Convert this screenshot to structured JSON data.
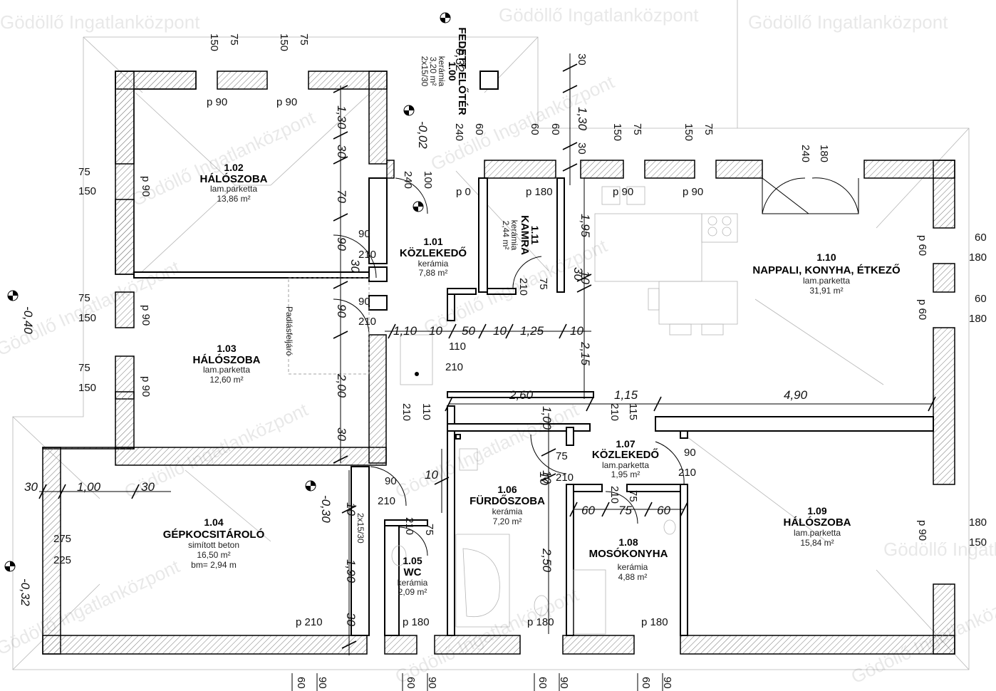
{
  "watermark": "Gödöllő Ingatlanközpont",
  "rooms": {
    "r100": {
      "number": "1.00",
      "name": "FEDETT ELŐTÉR",
      "floor": "kerámia",
      "area": "3,20 m²"
    },
    "r101": {
      "number": "1.01",
      "name": "KÖZLEKEDŐ",
      "floor": "kerámia",
      "area": "7,88 m²"
    },
    "r102": {
      "number": "1.02",
      "name": "HÁLÓSZOBA",
      "floor": "lam.parketta",
      "area": "13,86 m²"
    },
    "r103": {
      "number": "1.03",
      "name": "HÁLÓSZOBA",
      "floor": "lam.parketta",
      "area": "12,60 m²"
    },
    "r104": {
      "number": "1.04",
      "name": "GÉPKOCSITÁROLÓ",
      "floor": "simított beton",
      "area": "16,50 m²",
      "extra": "bm= 2,94 m"
    },
    "r105": {
      "number": "1.05",
      "name": "WC",
      "floor": "kerámia",
      "area": "2,09 m²"
    },
    "r106": {
      "number": "1.06",
      "name": "FÜRDŐSZOBA",
      "floor": "kerámia",
      "area": "7,20 m²"
    },
    "r107": {
      "number": "1.07",
      "name": "KÖZLEKEDŐ",
      "floor": "lam.parketta",
      "area": "1,95 m²"
    },
    "r108": {
      "number": "1.08",
      "name": "MOSÓKONYHA",
      "floor": "kerámia",
      "area": "4,88 m²"
    },
    "r109": {
      "number": "1.09",
      "name": "HÁLÓSZOBA",
      "floor": "lam.parketta",
      "area": "15,84 m²"
    },
    "r110": {
      "number": "1.10",
      "name": "NAPPALI, KONYHA, ÉTKEZŐ",
      "floor": "lam.parketta",
      "area": "31,91 m²"
    },
    "r111": {
      "number": "1.11",
      "name": "KAMRA",
      "floor": "kerámia",
      "area": "2,44 m²"
    }
  },
  "levels": {
    "entry": "-0,32",
    "entry_inner": "-0,02",
    "left": "-0,40",
    "garage": "-0,30",
    "garage_ext": "-0,32"
  },
  "labels": {
    "attic": "Padlásfeljáró",
    "stairs_entry": "2x15/30",
    "stairs_garage": "2x15/30"
  },
  "window_labels": {
    "w_top1": "p 90",
    "w_top2": "p 90",
    "w_left1": "p 90",
    "w_left2": "p 90",
    "w_left3": "p 90",
    "w_kamra": "p 180",
    "w_k1": "p 90",
    "w_k2": "p 90",
    "w_r1": "p 60",
    "w_r2": "p 60",
    "w_r3": "p 90",
    "w_p0": "p 0",
    "w_b1": "p 210",
    "w_b2": "p 180",
    "w_b3": "p 180",
    "w_b4": "p 180"
  },
  "dims": {
    "t1": "150",
    "t2": "75",
    "t3": "150",
    "t4": "75",
    "t5": "30",
    "t6": "1,30",
    "t7": "30",
    "t8": "240",
    "t9": "60",
    "t10": "60",
    "t11": "60",
    "t12": "150",
    "t13": "75",
    "t14": "150",
    "t15": "75",
    "t16": "240",
    "t17": "180",
    "l1": "75",
    "l2": "150",
    "l3": "75",
    "l4": "150",
    "l5": "75",
    "l6": "150",
    "r1": "60",
    "r2": "180",
    "r3": "60",
    "r4": "180",
    "r5": "180",
    "r6": "150",
    "g1": "275",
    "g2": "225",
    "b1": "60",
    "b2": "90",
    "b3": "60",
    "b4": "90",
    "b5": "60",
    "b6": "90",
    "b7": "60",
    "b8": "90",
    "i1": "1,30",
    "i2": "30",
    "i3": "70",
    "i4": "90",
    "i5": "30",
    "i6": "90",
    "i7": "90",
    "i8": "210",
    "i9": "90",
    "i10": "210",
    "i11": "240",
    "i12": "100",
    "i13": "1,10",
    "i14": "10",
    "i15": "50",
    "i16": "10",
    "i17": "1,25",
    "i18": "10",
    "i19": "110",
    "i20": "210",
    "i21": "2,15",
    "i22": "2,00",
    "i23": "30",
    "i24": "2,60",
    "i25": "1,15",
    "i26": "4,90",
    "i27": "210",
    "i28": "110",
    "i29": "210",
    "i30": "115",
    "i31": "1,00",
    "i32": "75",
    "i33": "10",
    "i34": "210",
    "i35": "90",
    "i36": "210",
    "i37": "1,95",
    "i38": "10",
    "i39": "75",
    "i40": "210",
    "i41": "30",
    "i42": "1,00",
    "i43": "30",
    "i44": "90",
    "i45": "210",
    "i46": "10",
    "i47": "210",
    "i48": "75",
    "i49": "10",
    "i50": "1,90",
    "i51": "30",
    "i52": "2,50",
    "i53": "60",
    "i54": "75",
    "i55": "60",
    "i56": "210",
    "i57": "75",
    "i58": "10",
    "i59": "30"
  }
}
